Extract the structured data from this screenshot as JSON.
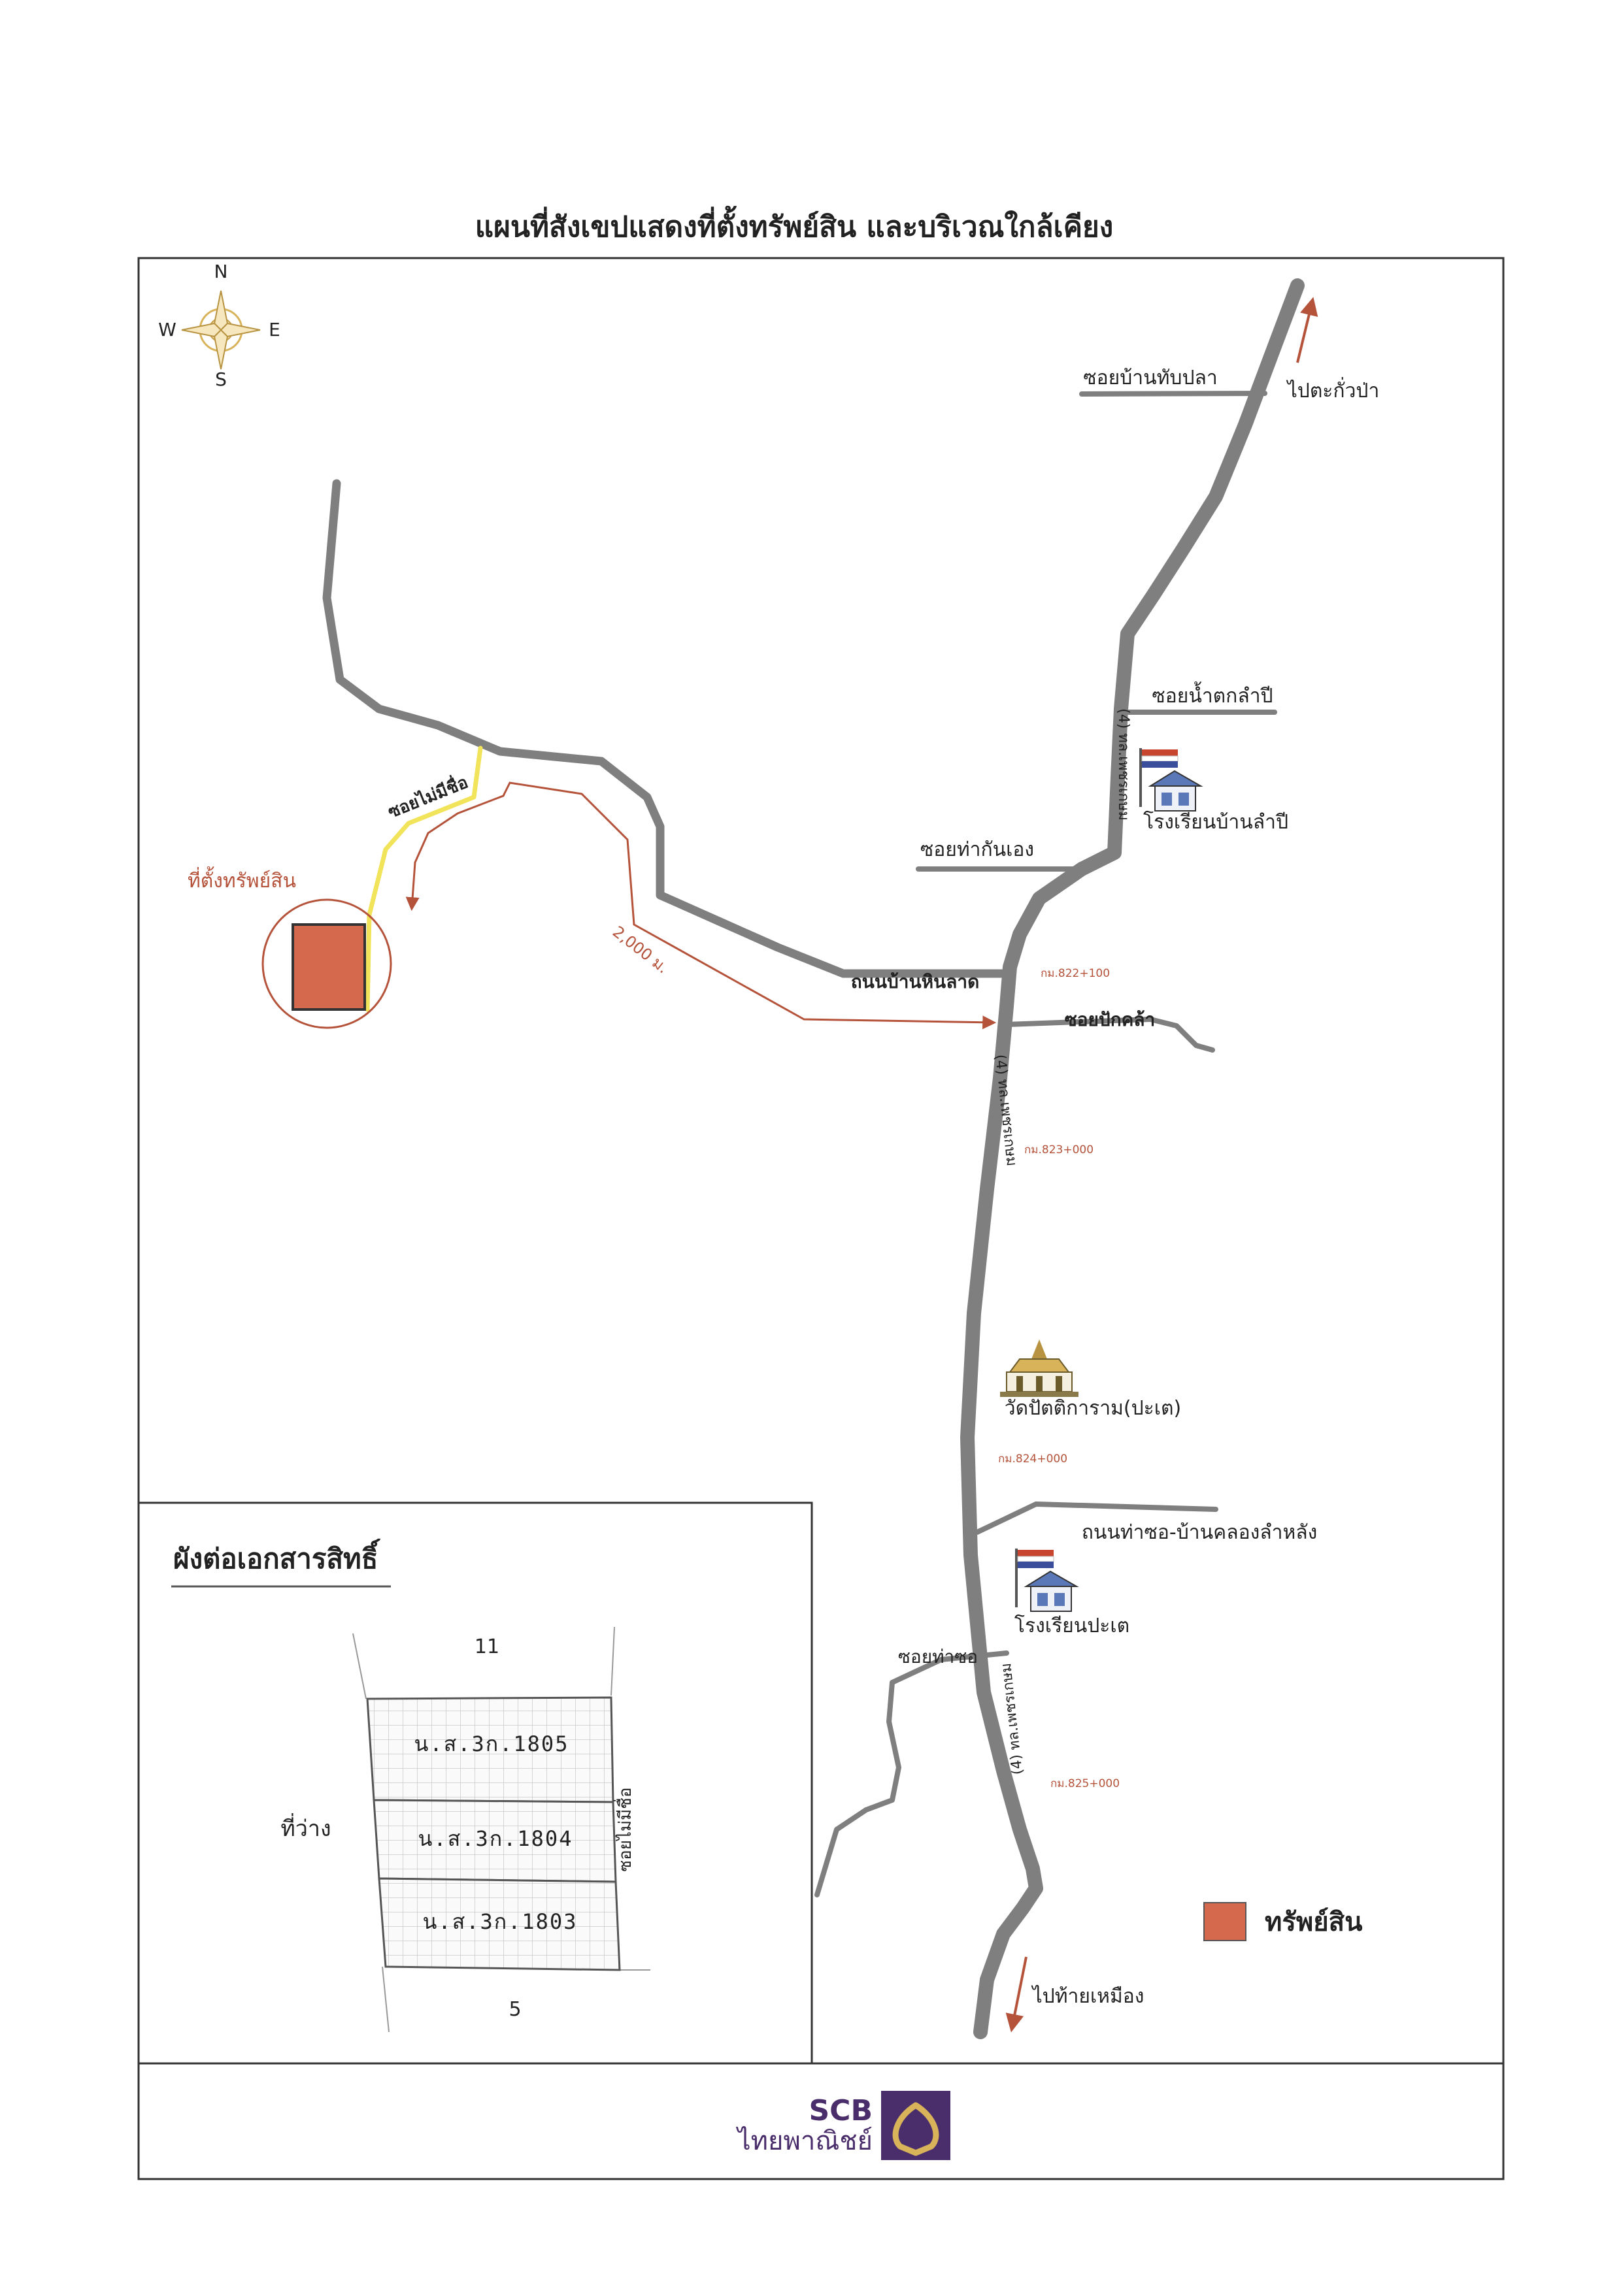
{
  "title": "แผนที่สังเขปแสดงที่ตั้งทรัพย์สิน และบริเวณใกล้เคียง",
  "compass": {
    "n": "N",
    "s": "S",
    "e": "E",
    "w": "W"
  },
  "roads": {
    "soi_ban_thap_pla": "ซอยบ้านทับปลา",
    "to_takua_pa": "ไปตะกั่วป่า",
    "soi_nam_tok_lam_pi": "ซอยน้ำตกลำปี",
    "soi_tha_kan_eng": "ซอยท่ากันเอง",
    "road_ban_hin_lat": "ถนนบ้านหินลาด",
    "soi_pak_kasa": "ซอยปักคล้า",
    "soi_mai_mi_chue": "ซอยไม่มีชื่อ",
    "highway": "(4) ทล.เพชรเกษม",
    "road_tha_so": "ถนนท่าซอ-บ้านคลองลำหลัง",
    "soi_tha_so": "ซอยท่าซอ",
    "to_thai_mueang": "ไปท้ายเหมือง"
  },
  "distance": "2,000 ม.",
  "km_markers": [
    "กม.822+100",
    "กม.823+000",
    "กม.824+000",
    "กม.825+000"
  ],
  "landmarks": {
    "school_lam_pi": "โรงเรียนบ้านลำปี",
    "wat": "วัดปัตติการาม(ปะเต)",
    "school_pate": "โรงเรียนปะเต"
  },
  "property_location": "ที่ตั้งทรัพย์สิน",
  "legend": {
    "label": "ทรัพย์สิน",
    "color": "#d4694d"
  },
  "inset": {
    "title": "ผังต่อเอกสารสิทธิ์",
    "top": "11",
    "bottom": "5",
    "left": "ที่ว่าง",
    "right": "ซอยไม่มีชื่อ",
    "plots": [
      "น.ส.3ก.1805",
      "น.ส.3ก.1804",
      "น.ส.3ก.1803"
    ]
  },
  "brand": {
    "line1": "SCB",
    "line2": "ไทยพาณิชย์",
    "color": "#4a2e6b",
    "gold": "#d8b35a"
  },
  "colors": {
    "road": "#7f7f7f",
    "soi_yellow": "#f1e35a",
    "route": "#b5523a"
  }
}
